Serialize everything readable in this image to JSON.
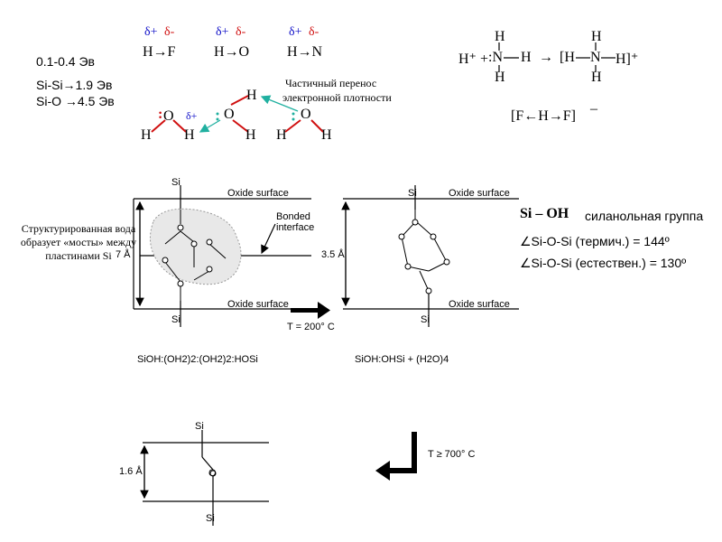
{
  "left_energy": {
    "range": "0.1-0.4 Эв",
    "si_si": "Si-Si→1.9 Эв",
    "si_o": "Si-O →4.5 Эв"
  },
  "polar_bonds": [
    {
      "plus": "δ+",
      "minus": "δ-",
      "formula": "H→F"
    },
    {
      "plus": "δ+",
      "minus": "δ-",
      "formula": "H→O"
    },
    {
      "plus": "δ+",
      "minus": "δ-",
      "formula": "H→N"
    }
  ],
  "water_chain": {
    "o": "O",
    "h": "H",
    "delta_plus": "δ+",
    "lone_pair": ":",
    "note_line1": "Частичный перенос",
    "note_line2": "электронной плотности"
  },
  "ammonium": {
    "h_plus": "H⁺ +",
    "n_lone": ":N",
    "n": "N",
    "h": "H",
    "arrow": "→",
    "bracket_open": "[H",
    "bracket_close": "H]⁺"
  },
  "bifluoride": {
    "formula": "[F←H→F]",
    "charge": "–"
  },
  "silanol": {
    "formula": "Si – OH",
    "name": "силанольная группа",
    "angle_thermal": "∠Si-O-Si (термич.) = 144º",
    "angle_natural": "∠Si-O-Si (естествен.) = 130º"
  },
  "structured_water_note": "Структурированная вода образует «мосты» между пластинами Si",
  "diagram1": {
    "surface_top": "Oxide surface",
    "surface_bottom": "Oxide surface",
    "bonded_interface": "Bonded interface",
    "distance": "7 Å",
    "si": "Si",
    "formula": "SiOH:(OH2)2:(OH2)2:HOSi"
  },
  "diagram2": {
    "surface_top": "Oxide surface",
    "surface_bottom": "Oxide surface",
    "distance": "3.5 Å",
    "si": "Si",
    "formula": "SiOH:OHSi + (H2O)4",
    "temperature": "T = 200° C"
  },
  "diagram3": {
    "distance": "1.6 Å",
    "si": "Si",
    "o": "O",
    "temperature": "T ≥ 700° C"
  },
  "colors": {
    "delta": "#1010c8",
    "arrow": "#d01010",
    "transfer": "#20b0a0"
  }
}
